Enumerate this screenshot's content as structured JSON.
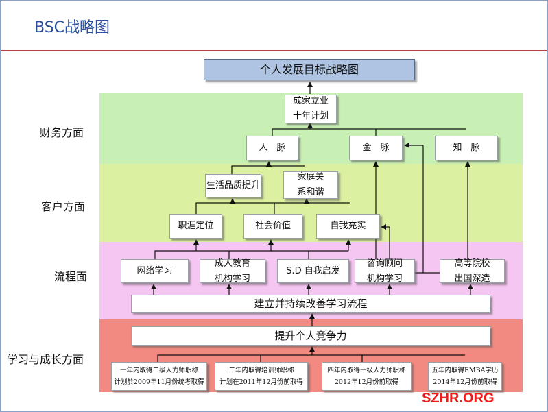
{
  "page_title": "BSC战略图",
  "goal": "个人发展目标战略图",
  "perspectives": {
    "financial": "财务方面",
    "customer": "客户方面",
    "process": "流程面",
    "learning": "学习与成长方面"
  },
  "financial": {
    "plan": "成家立业\n十年计划",
    "network": "人　脉",
    "money": "金　脉",
    "knowledge": "知　脉"
  },
  "customer": {
    "life_quality": "生活品质提升",
    "family": "家庭关\n系和谐",
    "career": "职涯定位",
    "social_value": "社会价值",
    "self_fulfil": "自我充实"
  },
  "process": {
    "online": "网络学习",
    "adult_edu": "成人教育\n机构学习",
    "sd": "S.D 自我启发",
    "consult": "咨询顾问\n机构学习",
    "abroad": "高等院校\n出国深造",
    "improve_flow": "建立并持续改善学习流程"
  },
  "learning": {
    "competitiveness": "提升个人竞争力",
    "milestones": [
      "一年内取得二级人力师职称\n计划於2009年11月份统考取得",
      "二年内取得培训师职称\n计划在2011年12月份前取得",
      "四年内取得一级人力师职称\n2012年12月份前取得",
      "五年内取得EMBA学历\n2014年12月份前取得"
    ]
  },
  "watermark": "SZHR.ORG",
  "colors": {
    "financial_band": "#c8f0b4",
    "customer_band": "#dcf0a2",
    "process_band": "#f6c6f2",
    "learning_band": "#f28a82",
    "goal_box": "#aec4e2",
    "title": "#2b4f9e",
    "watermark": "#ee1c1c"
  }
}
